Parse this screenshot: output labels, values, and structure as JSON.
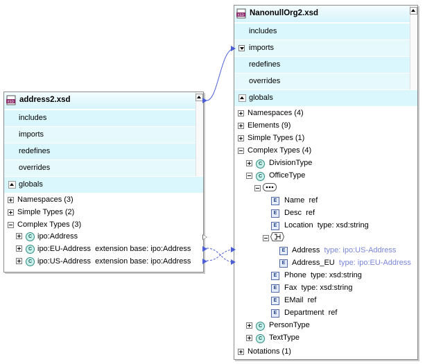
{
  "left_box": {
    "title": "address2.xsd",
    "sections": [
      "includes",
      "imports",
      "redefines",
      "overrides"
    ],
    "globals": "globals",
    "tree": {
      "namespaces": "Namespaces (3)",
      "simple_types": "Simple Types (2)",
      "complex_types": "Complex Types (3)",
      "items": [
        {
          "name": "ipo:Address",
          "extra": ""
        },
        {
          "name": "ipo:EU-Address",
          "extra": "extension base: ipo:Address"
        },
        {
          "name": "ipo:US-Address",
          "extra": "extension base: ipo:Address"
        }
      ]
    }
  },
  "right_box": {
    "title": "NanonullOrg2.xsd",
    "sections": [
      "includes",
      "imports",
      "redefines",
      "overrides"
    ],
    "globals": "globals",
    "tree": {
      "namespaces": "Namespaces (4)",
      "elements": "Elements (9)",
      "simple_types": "Simple Types (1)",
      "complex_types": "Complex Types (4)",
      "division_type": "DivisionType",
      "office_type": "OfficeType",
      "seq_elements": [
        {
          "name": "Name",
          "extra": "ref"
        },
        {
          "name": "Desc",
          "extra": "ref"
        },
        {
          "name": "Location",
          "extra": "type: xsd:string"
        }
      ],
      "choice_elements": [
        {
          "name": "Address",
          "type": "type: ipo:US-Address"
        },
        {
          "name": "Address_EU",
          "type": "type: ipo:EU-Address"
        }
      ],
      "more_elements": [
        {
          "name": "Phone",
          "extra": "type: xsd:string"
        },
        {
          "name": "Fax",
          "extra": "type: xsd:string"
        },
        {
          "name": "EMail",
          "extra": "ref"
        },
        {
          "name": "Department",
          "extra": "ref"
        }
      ],
      "person_type": "PersonType",
      "text_type": "TextType",
      "notations": "Notations (1)"
    }
  },
  "icons": {
    "complex_type": "C",
    "element": "E",
    "file": "xsd-file-icon"
  },
  "colors": {
    "header": "#d6f4fb",
    "section": "#d9f7fc",
    "connector": "#4b5ed8",
    "type_text": "#7a86d8"
  }
}
